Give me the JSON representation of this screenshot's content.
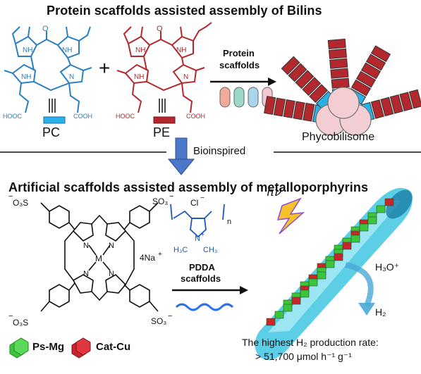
{
  "top": {
    "title": "Protein scaffolds assisted assembly of Bilins",
    "pc_label": "PC",
    "pe_label": "PE",
    "plus": "+",
    "scaffold_label_1": "Protein",
    "scaffold_label_2": "scaffolds",
    "phycobilisome_label": "Phycobilisome",
    "chem": {
      "nh": "NH",
      "n": "N",
      "o": "O",
      "hooc": "HOOC",
      "cooh": "COOH"
    }
  },
  "divider": {
    "label": "Bioinspired"
  },
  "bottom": {
    "title": "Artificial scaffolds assisted assembly of metalloporphyrins",
    "so3_left": "O₃S",
    "so3_right": "SO₃",
    "minus": "−",
    "metal": "M",
    "n": "N",
    "na": "4Na",
    "na_charge": "+",
    "cl": "Cl",
    "cl_charge": "−",
    "n_sub": "n",
    "h3c": "H₃C",
    "ch3": "CH₃",
    "n_plus": "N",
    "plus_sign": "+",
    "pdda_1": "PDDA",
    "pdda_2": "scaffolds",
    "hv": "hν",
    "h3o": "H₃O⁺",
    "h2": "H₂",
    "legend_psmg": "Ps-Mg",
    "legend_catcu": "Cat-Cu",
    "rate_line1": "The highest H₂ production rate:",
    "rate_line2": "> 51,700 μmol h⁻¹ g⁻¹"
  },
  "colors": {
    "pc_blue": "#2a7fc1",
    "pe_red": "#b3282d",
    "green": "#3cc43c",
    "red_cat": "#c8262c",
    "arrow_blue": "#4c78c9",
    "pdda_blue": "#1f56b8",
    "cyan_tube": "#3fc6e0"
  }
}
